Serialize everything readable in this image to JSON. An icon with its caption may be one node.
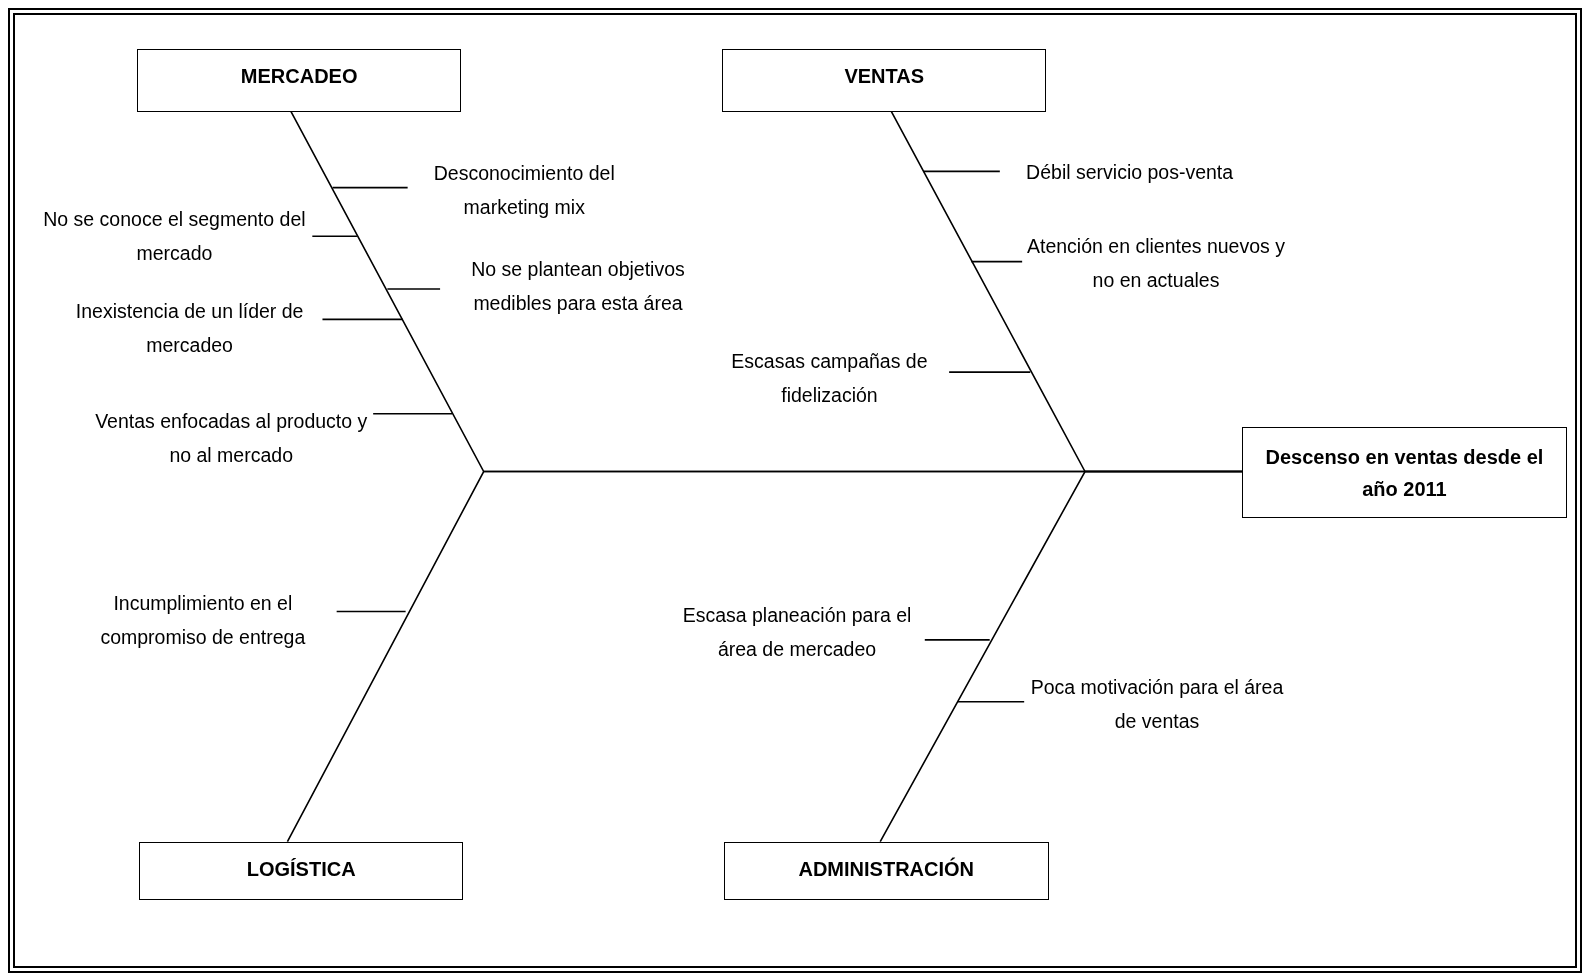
{
  "diagram": {
    "nodes": [
      {
        "text": [
          "MERCADEO"
        ]
      },
      {
        "text": [
          "VENTAS"
        ]
      },
      {
        "text": [
          "Desconocimiento del marketing mix"
        ]
      },
      {
        "text": [
          "Débil servicio pos-venta"
        ]
      },
      {
        "text": [
          "No se conoce el segmento del mercado"
        ]
      },
      {
        "text": [
          "Atención en clientes nuevos y no en actuales"
        ]
      },
      {
        "text": [
          "No se plantean objetivos medibles para esta área"
        ]
      },
      {
        "text": [
          "Inexistencia de un líder de mercadeo"
        ]
      },
      {
        "text": [
          "Escasas campañas de fidelización"
        ]
      },
      {
        "text": [
          "Ventas enfocadas al producto y no al mercado"
        ]
      },
      {
        "text": [
          "Descenso en ventas desde el año 2011"
        ]
      },
      {
        "text": [
          "Incumplimiento en el compromiso de entrega"
        ]
      },
      {
        "text": [
          "Escasa planeación para el área de mercadeo"
        ]
      },
      {
        "text": [
          "Poca motivación para el área de ventas"
        ]
      },
      {
        "text": [
          "LOGÍSTICA"
        ]
      },
      {
        "text": [
          "ADMINISTRACIÓN"
        ]
      }
    ],
    "edges": [
      {
        "from": 0,
        "to": 10,
        "arrow": "none"
      },
      {
        "from": 1,
        "to": 10,
        "arrow": "none"
      },
      {
        "from": 14,
        "to": 10,
        "arrow": "none"
      },
      {
        "from": 15,
        "to": 10,
        "arrow": "none"
      },
      {
        "from": 2,
        "to": null,
        "arrow": "none"
      },
      {
        "from": 3,
        "to": null,
        "arrow": "none"
      },
      {
        "from": 4,
        "to": null,
        "arrow": "none"
      },
      {
        "from": 5,
        "to": null,
        "arrow": "none"
      },
      {
        "from": 6,
        "to": null,
        "arrow": "none"
      },
      {
        "from": 7,
        "to": null,
        "arrow": "none"
      },
      {
        "from": 8,
        "to": null,
        "arrow": "none"
      },
      {
        "from": 9,
        "to": null,
        "arrow": "none"
      },
      {
        "from": 11,
        "to": null,
        "arrow": "none"
      },
      {
        "from": 12,
        "to": null,
        "arrow": "none"
      },
      {
        "from": 13,
        "to": null,
        "arrow": "none"
      }
    ]
  }
}
